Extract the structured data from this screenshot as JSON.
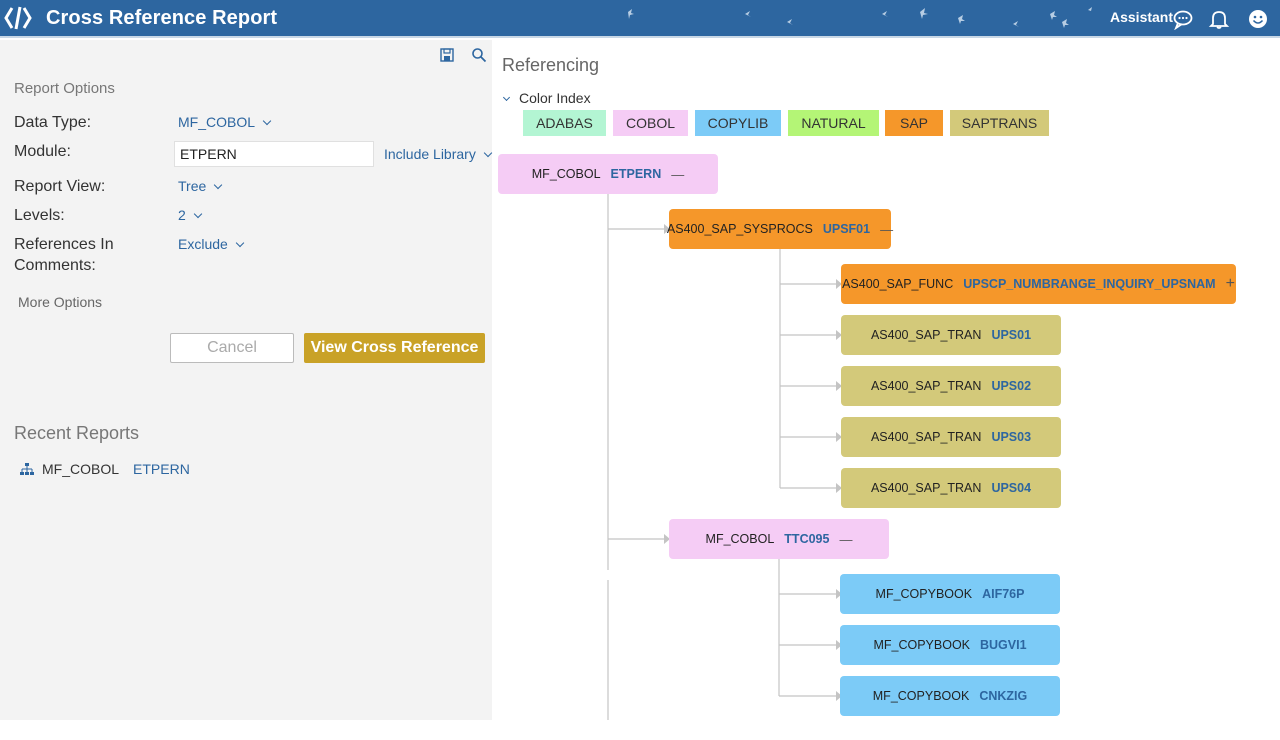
{
  "app": {
    "title": "Cross Reference Report",
    "assistant_label": "Assistant"
  },
  "options": {
    "section_title": "Report Options",
    "data_type": {
      "label": "Data Type:",
      "value": "MF_COBOL"
    },
    "module": {
      "label": "Module:",
      "value": "ETPERN",
      "include_library": "Include Library"
    },
    "report_view": {
      "label": "Report View:",
      "value": "Tree"
    },
    "levels": {
      "label": "Levels:",
      "value": "2"
    },
    "references_in_comments": {
      "label": "References In Comments:",
      "value": "Exclude"
    },
    "more_options": "More Options",
    "cancel_label": "Cancel",
    "view_label": "View Cross Reference"
  },
  "recent": {
    "title": "Recent Reports",
    "items": [
      {
        "type": "MF_COBOL",
        "name": "ETPERN"
      }
    ]
  },
  "referencing": {
    "title": "Referencing",
    "color_index_label": "Color Index",
    "legend": [
      {
        "label": "ADABAS",
        "color": "#b3f5d3"
      },
      {
        "label": "COBOL",
        "color": "#f5ccf5"
      },
      {
        "label": "COPYLIB",
        "color": "#7ccbf7"
      },
      {
        "label": "NATURAL",
        "color": "#b4f576"
      },
      {
        "label": "SAP",
        "color": "#f5972a"
      },
      {
        "label": "SAPTRANS",
        "color": "#d3c97a"
      }
    ],
    "nodes": [
      {
        "type": "MF_COBOL",
        "name": "ETPERN",
        "toggle": "—"
      },
      {
        "type": "AS400_SAP_SYSPROCS",
        "name": "UPSF01",
        "toggle": "—"
      },
      {
        "type": "AS400_SAP_FUNC",
        "name": "UPSCP_NUMBRANGE_INQUIRY_UPSNAM",
        "toggle": "+"
      },
      {
        "type": "AS400_SAP_TRAN",
        "name": "UPS01"
      },
      {
        "type": "AS400_SAP_TRAN",
        "name": "UPS02"
      },
      {
        "type": "AS400_SAP_TRAN",
        "name": "UPS03"
      },
      {
        "type": "AS400_SAP_TRAN",
        "name": "UPS04"
      },
      {
        "type": "MF_COBOL",
        "name": "TTC095",
        "toggle": "—"
      },
      {
        "type": "MF_COPYBOOK",
        "name": "AIF76P"
      },
      {
        "type": "MF_COPYBOOK",
        "name": "BUGVI1"
      },
      {
        "type": "MF_COPYBOOK",
        "name": "CNKZIG"
      }
    ]
  }
}
